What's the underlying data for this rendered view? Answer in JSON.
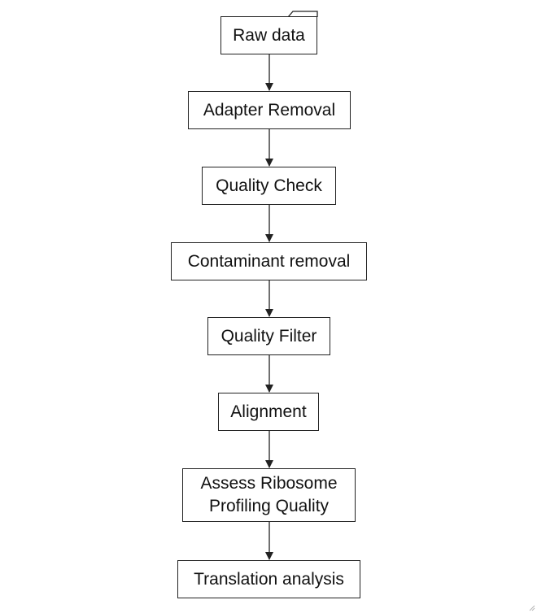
{
  "diagram": {
    "type": "flowchart",
    "direction": "top-to-bottom",
    "nodes": [
      {
        "id": "raw",
        "label": "Raw data",
        "shape": "folder"
      },
      {
        "id": "adapter",
        "label": "Adapter Removal",
        "shape": "rect"
      },
      {
        "id": "qc",
        "label": "Quality Check",
        "shape": "rect"
      },
      {
        "id": "contam",
        "label": "Contaminant removal",
        "shape": "rect"
      },
      {
        "id": "qfilter",
        "label": "Quality Filter",
        "shape": "rect"
      },
      {
        "id": "align",
        "label": "Alignment",
        "shape": "rect"
      },
      {
        "id": "assess",
        "label": "Assess Ribosome Profiling Quality",
        "shape": "rect"
      },
      {
        "id": "trans",
        "label": "Translation analysis",
        "shape": "rect"
      }
    ],
    "edges": [
      {
        "from": "raw",
        "to": "adapter"
      },
      {
        "from": "adapter",
        "to": "qc"
      },
      {
        "from": "qc",
        "to": "contam"
      },
      {
        "from": "contam",
        "to": "qfilter"
      },
      {
        "from": "qfilter",
        "to": "align"
      },
      {
        "from": "align",
        "to": "assess"
      },
      {
        "from": "assess",
        "to": "trans"
      }
    ],
    "colors": {
      "stroke": "#222222",
      "text": "#111111",
      "background": "#ffffff"
    }
  }
}
